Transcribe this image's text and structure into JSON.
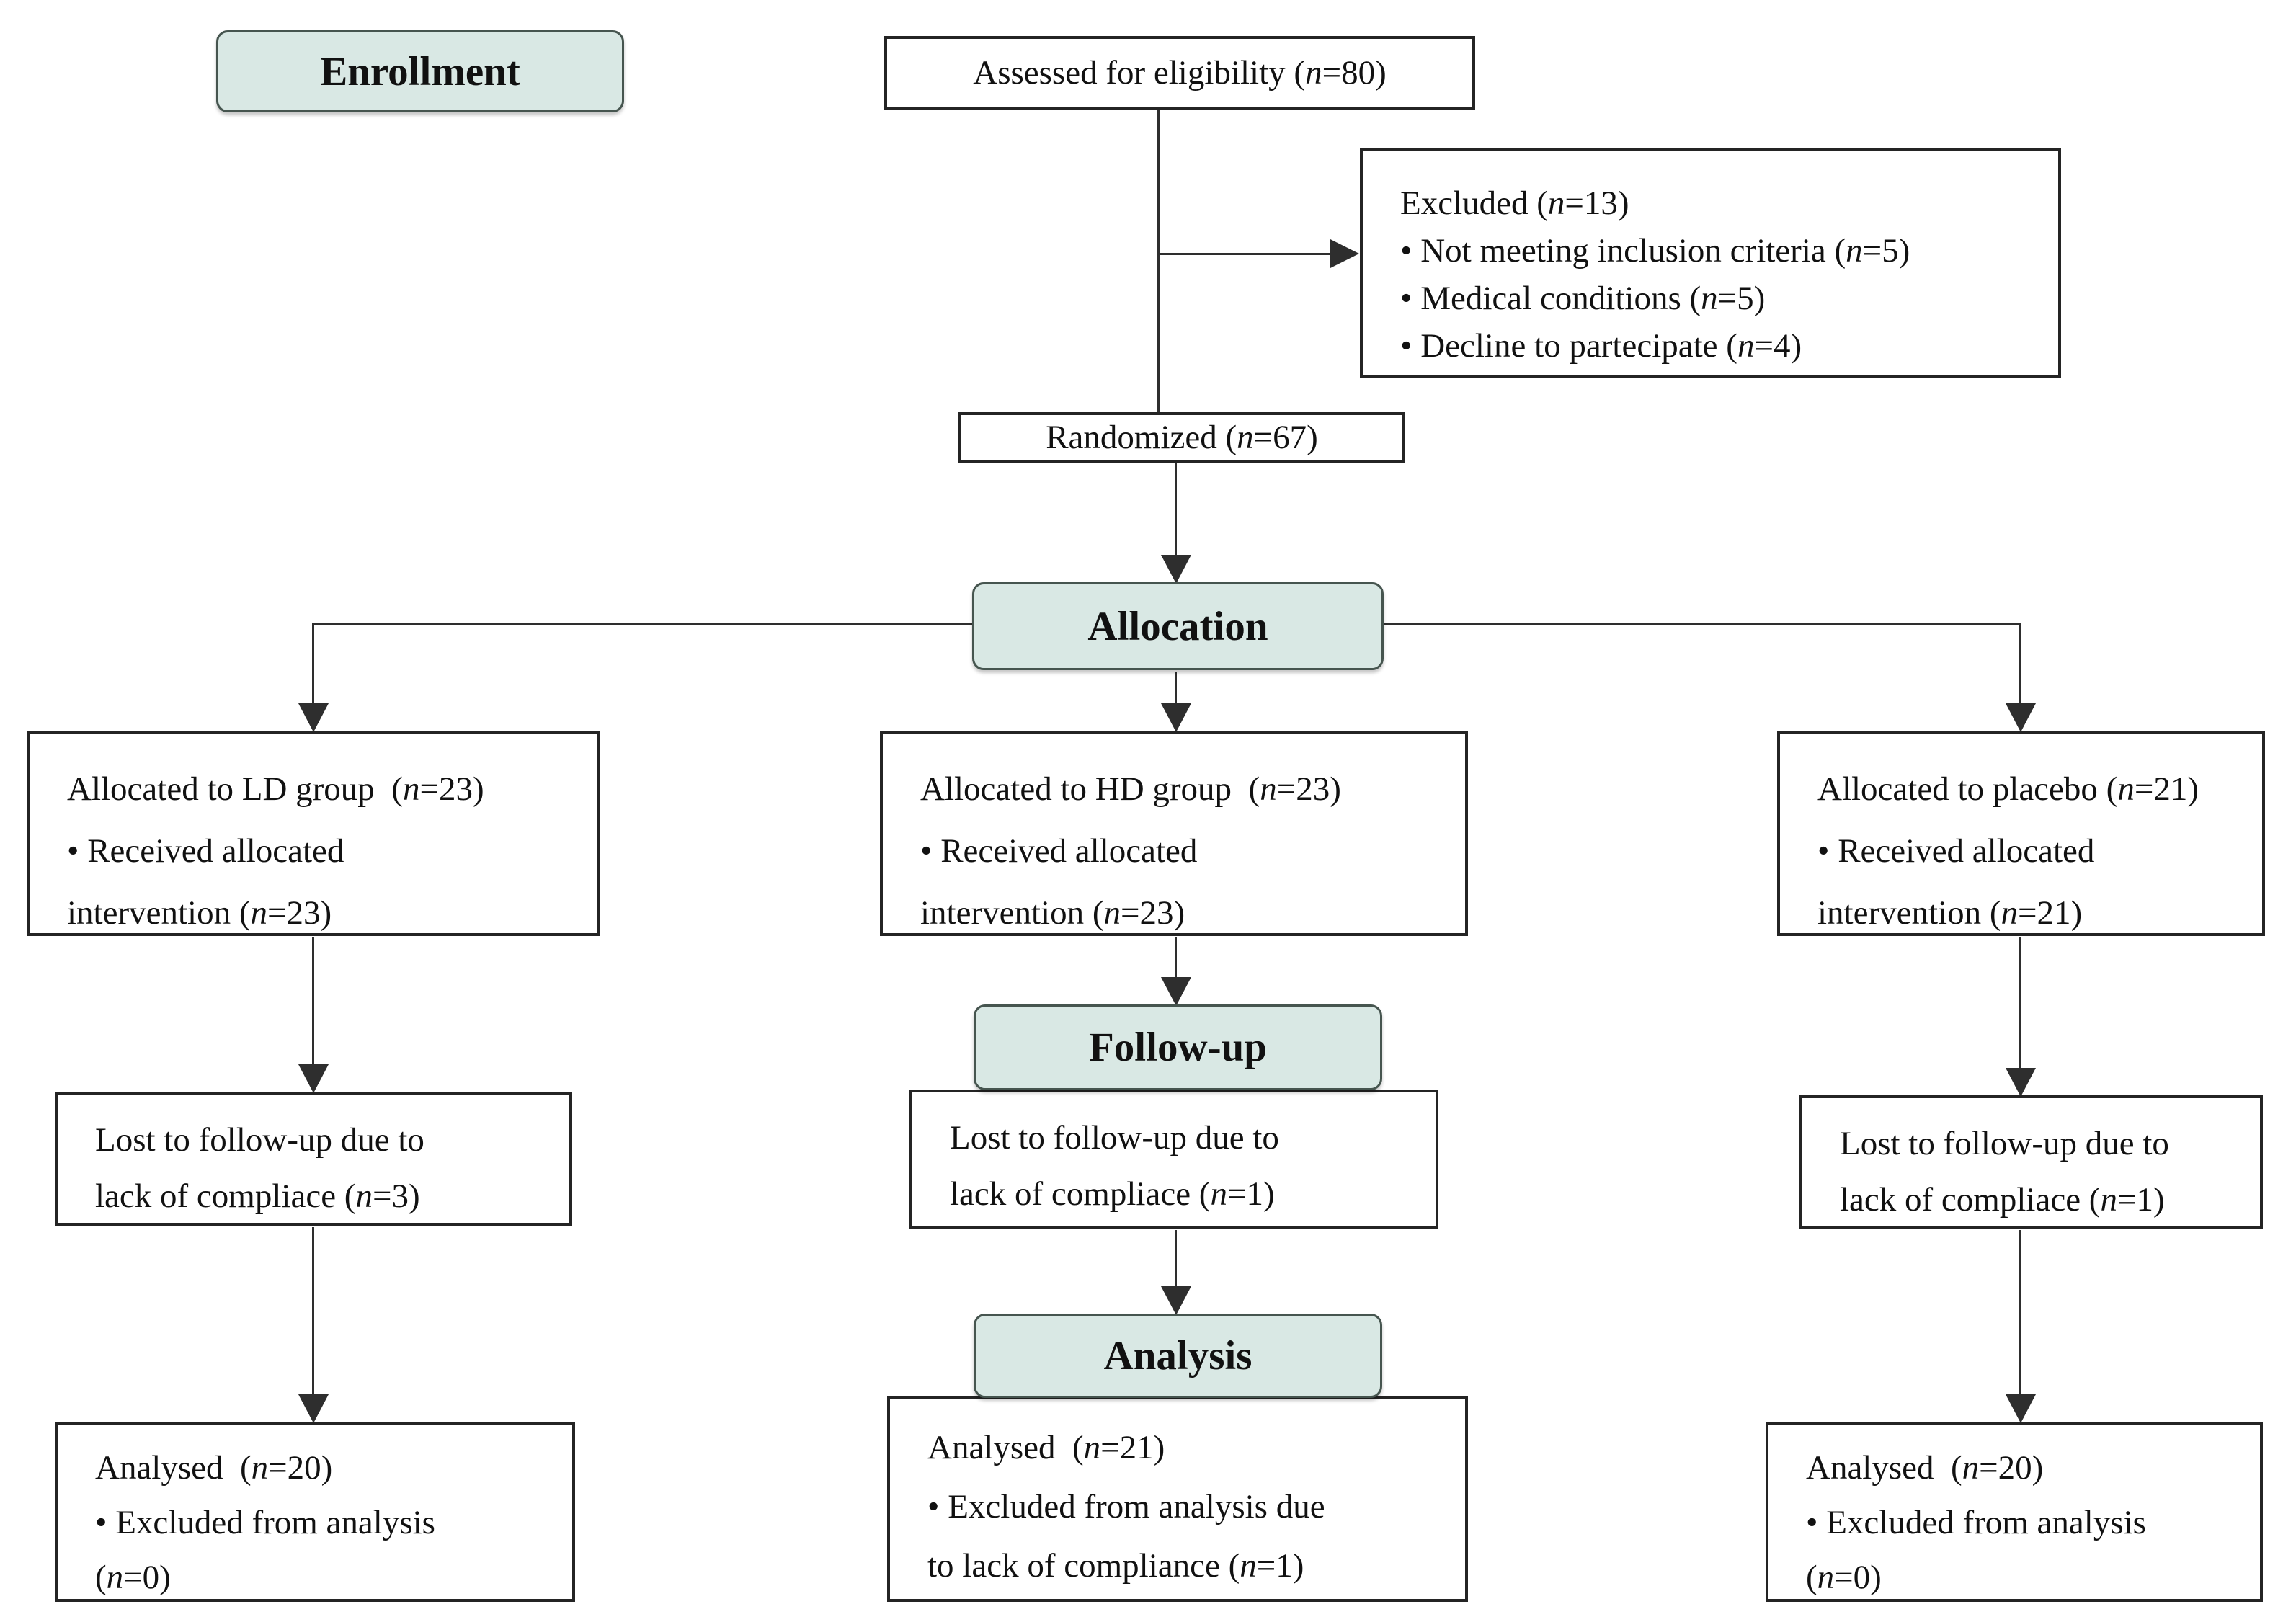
{
  "palette": {
    "banner_fill": "#d9e8e4",
    "banner_border": "#46554f",
    "box_border": "#242424",
    "line_color": "#2e2e2e"
  },
  "banners": {
    "enrollment": "Enrollment",
    "allocation": "Allocation",
    "followup": "Follow-up",
    "analysis": "Analysis"
  },
  "boxes": {
    "assessed": {
      "lines": [
        "Assessed for eligibility (n=80)"
      ]
    },
    "excluded": {
      "lines": [
        "Excluded (n=13)",
        "• Not meeting inclusion criteria (n=5)",
        "• Medical conditions (n=5)",
        "• Decline to partecipate (n=4)"
      ]
    },
    "randomized": {
      "lines": [
        "Randomized (n=67)"
      ]
    },
    "alloc_ld": {
      "lines": [
        "Allocated to LD group  (n=23)",
        "• Received allocated",
        "intervention (n=23)"
      ]
    },
    "alloc_hd": {
      "lines": [
        "Allocated to HD group  (n=23)",
        "• Received allocated",
        "intervention (n=23)"
      ]
    },
    "alloc_placebo": {
      "lines": [
        "Allocated to placebo (n=21)",
        "• Received allocated",
        "intervention (n=21)"
      ]
    },
    "lost_ld": {
      "lines": [
        "Lost to follow-up due to",
        "lack of compliace (n=3)"
      ]
    },
    "lost_hd": {
      "lines": [
        "Lost to follow-up due to",
        "lack of compliace (n=1)"
      ]
    },
    "lost_placebo": {
      "lines": [
        "Lost to follow-up due to",
        "lack of compliace (n=1)"
      ]
    },
    "analysed_ld": {
      "lines": [
        "Analysed  (n=20)",
        "• Excluded from analysis",
        "(n=0)"
      ]
    },
    "analysed_hd": {
      "lines": [
        "Analysed  (n=21)",
        "• Excluded from analysis due",
        "to lack of compliance (n=1)"
      ]
    },
    "analysed_placebo": {
      "lines": [
        "Analysed  (n=20)",
        "• Excluded from analysis",
        "(n=0)"
      ]
    }
  }
}
